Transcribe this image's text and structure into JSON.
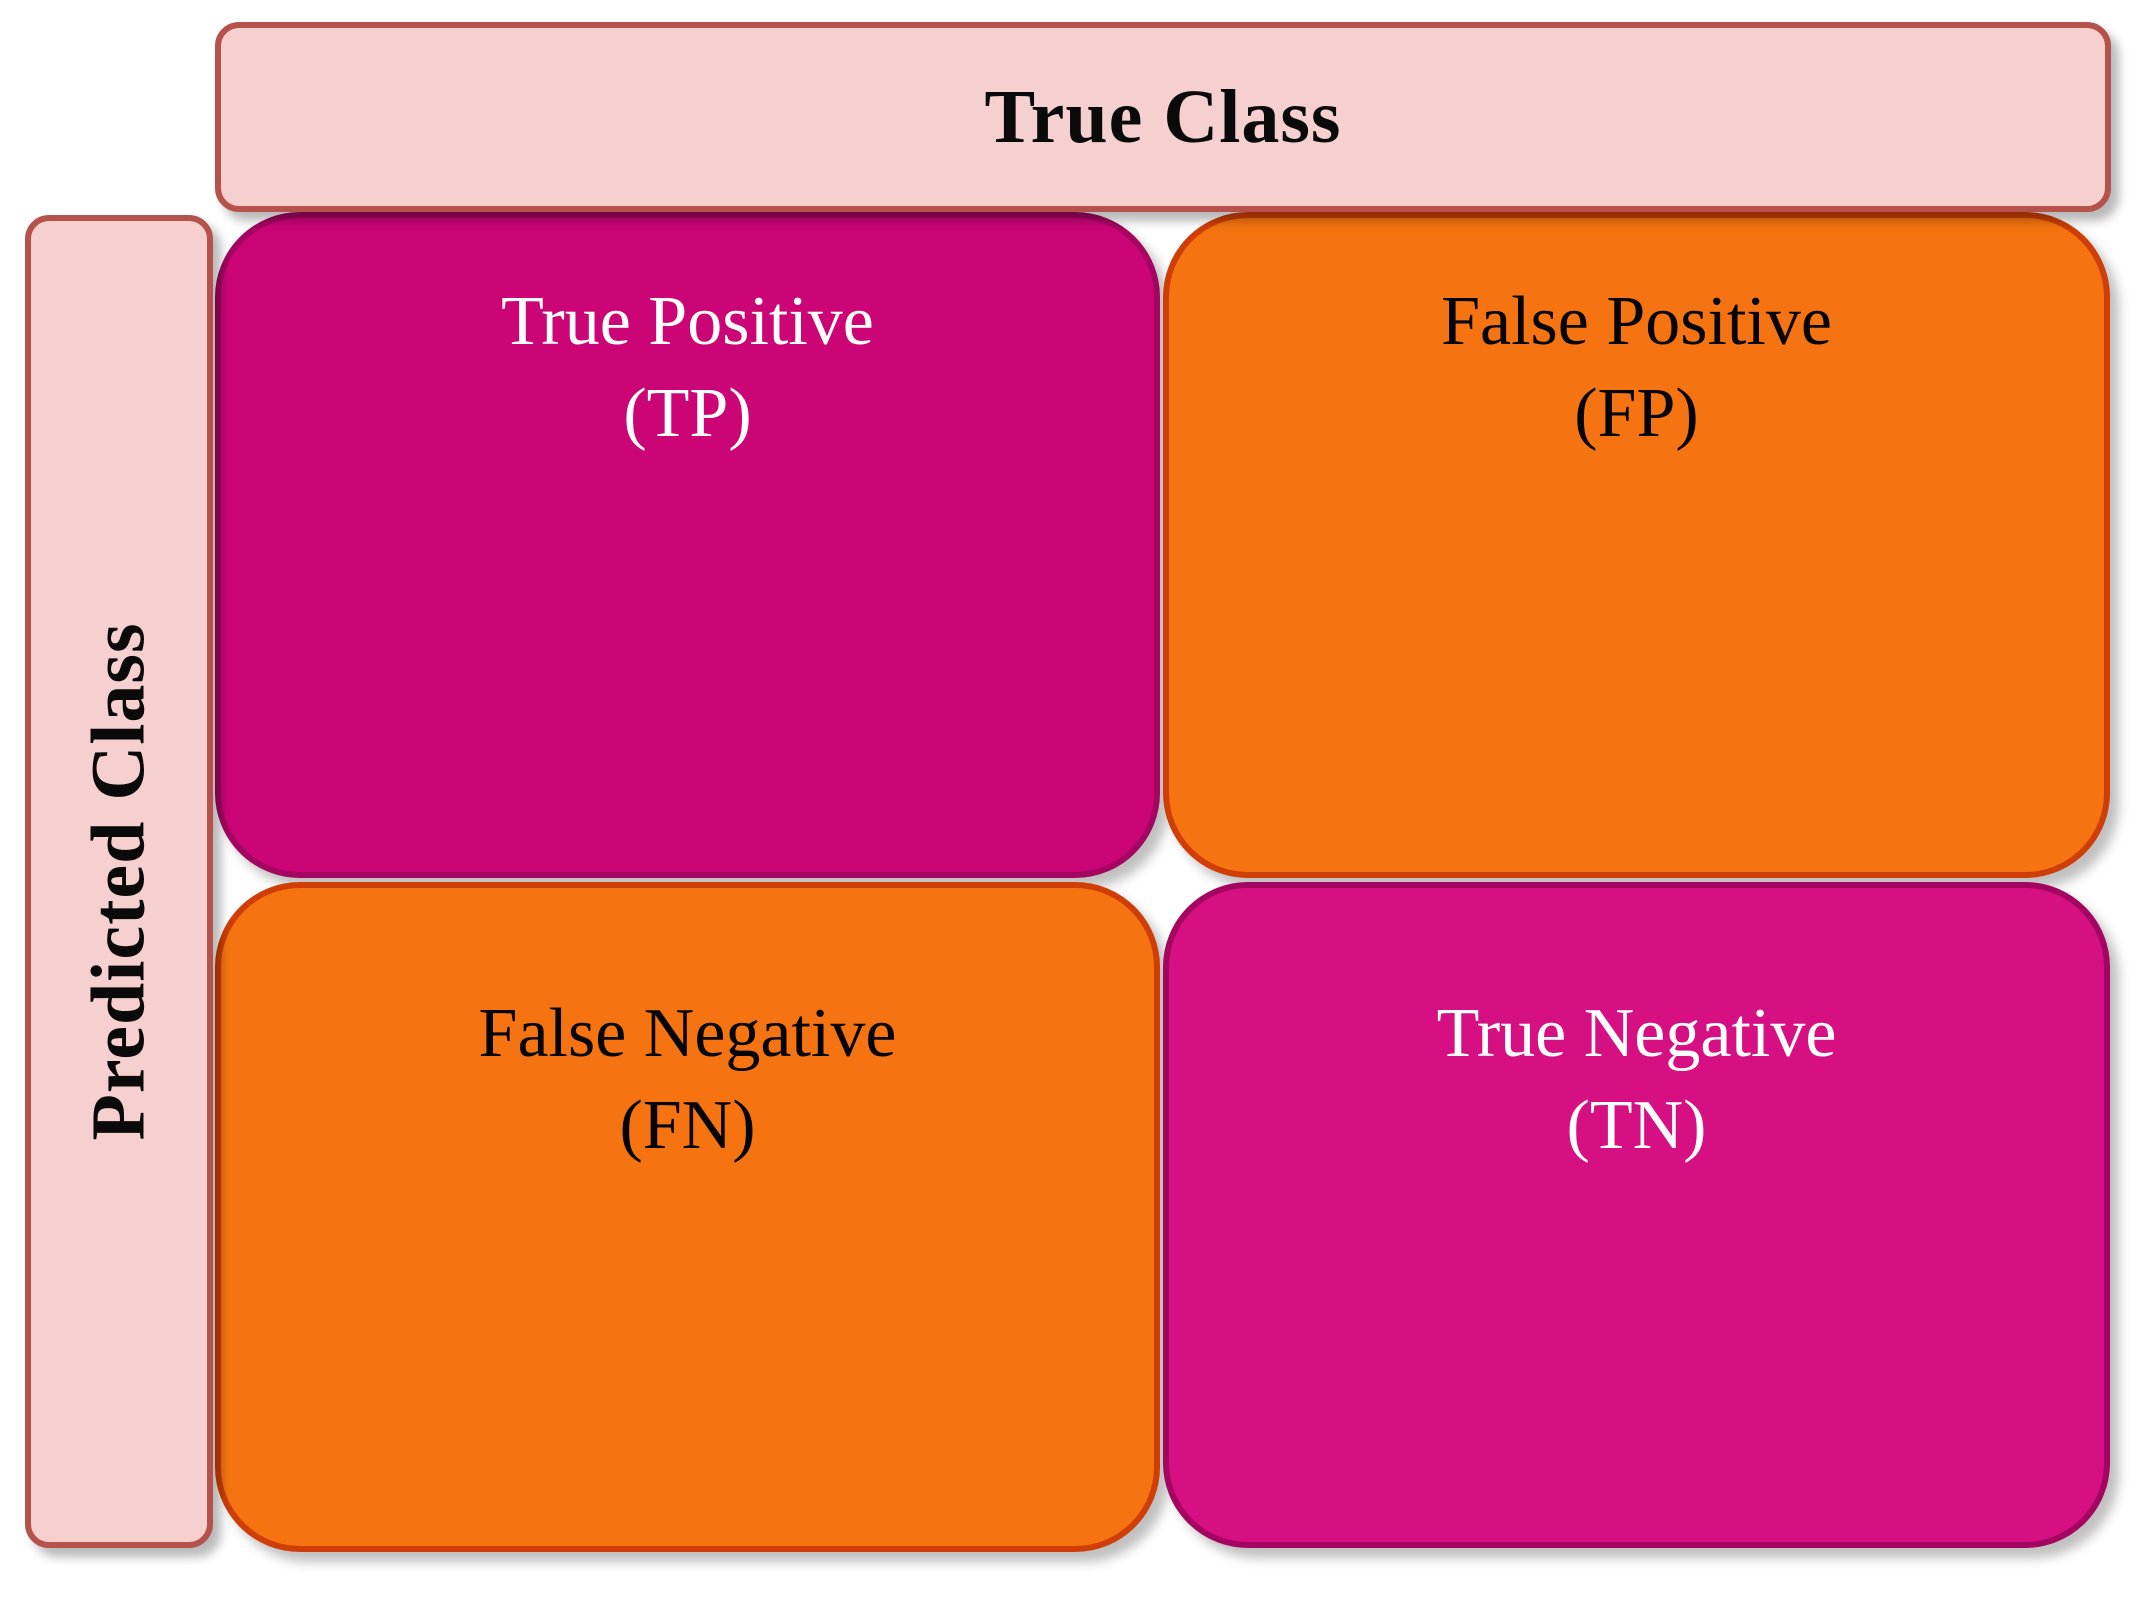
{
  "diagram": {
    "type": "confusion-matrix",
    "top_header": {
      "label": "True Class"
    },
    "left_header": {
      "label": "Predicted Class"
    },
    "cells": [
      {
        "id": "tp",
        "name": "True Positive",
        "abbr": "(TP)",
        "fill": "magenta",
        "text_color": "white"
      },
      {
        "id": "fp",
        "name": "False Positive",
        "abbr": "(FP)",
        "fill": "orange",
        "text_color": "black"
      },
      {
        "id": "fn",
        "name": "False Negative",
        "abbr": "(FN)",
        "fill": "orange",
        "text_color": "black"
      },
      {
        "id": "tn",
        "name": "True Negative",
        "abbr": "(TN)",
        "fill": "magenta",
        "text_color": "white"
      }
    ],
    "colors": {
      "header_fill": "#F5D0CE",
      "header_border": "#B4524B",
      "magenta_fill": "#CC0577",
      "magenta_fill_alt": "#D60F83",
      "magenta_border": "#A30560",
      "orange_fill": "#F57310",
      "orange_border": "#CE3E06",
      "text_on_magenta": "#FFFFFF",
      "text_on_orange": "#050505",
      "background": "#FFFFFF"
    }
  }
}
